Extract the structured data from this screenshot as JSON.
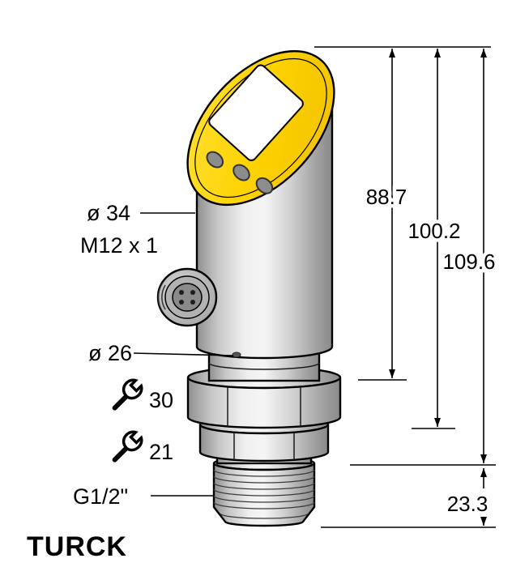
{
  "drawing": {
    "brand_logo": "TURCK",
    "labels": {
      "housing_diameter": "ø 34",
      "connector_thread": "M12 x 1",
      "neck_diameter": "ø 26",
      "wrench_size_upper": "30",
      "wrench_size_lower": "21",
      "process_thread": "G1/2\""
    },
    "dimensions": {
      "housing_length": "88.7",
      "length_to_hex": "100.2",
      "overall_length": "109.6",
      "thread_length": "23.3"
    },
    "icons": {
      "upper": "wrench-icon",
      "lower": "wrench-icon"
    },
    "colors": {
      "cap_yellow": "#fdd200",
      "outline_black": "#000000",
      "metal_gray": "#c8c8c8",
      "display_white": "#ffffff"
    }
  }
}
